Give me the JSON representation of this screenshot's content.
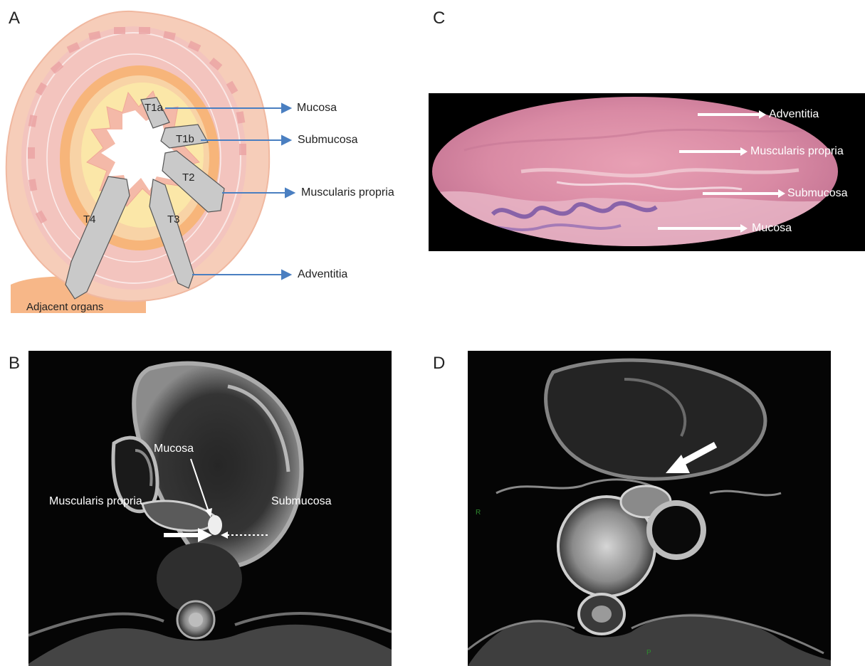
{
  "panels": {
    "a": {
      "letter": "A",
      "tumor_labels": [
        "T1a",
        "T1b",
        "T2",
        "T3",
        "T4"
      ],
      "layers": [
        "Mucosa",
        "Submucosa",
        "Muscularis propria",
        "Adventitia"
      ],
      "adjacent": "Adjacent organs"
    },
    "b": {
      "letter": "B",
      "labels": {
        "mucosa": "Mucosa",
        "muscularis": "Muscularis propria",
        "submucosa": "Submucosa"
      }
    },
    "c": {
      "letter": "C",
      "labels": [
        "Adventitia",
        "Muscularis propria",
        "Submucosa",
        "Mucosa"
      ]
    },
    "d": {
      "letter": "D",
      "markers": {
        "right": "R",
        "posterior": "P"
      }
    }
  },
  "colors": {
    "arrow_blue": "#4a7fc1",
    "outer_ring": "#f6c9b4",
    "muscle_ring": "#f2c0ba",
    "submucosa_ring": "#f7b57a",
    "mucosa_ring": "#fbe7a8",
    "adjacent": "#f7b788",
    "tumor_gray": "#c9c9c9"
  }
}
